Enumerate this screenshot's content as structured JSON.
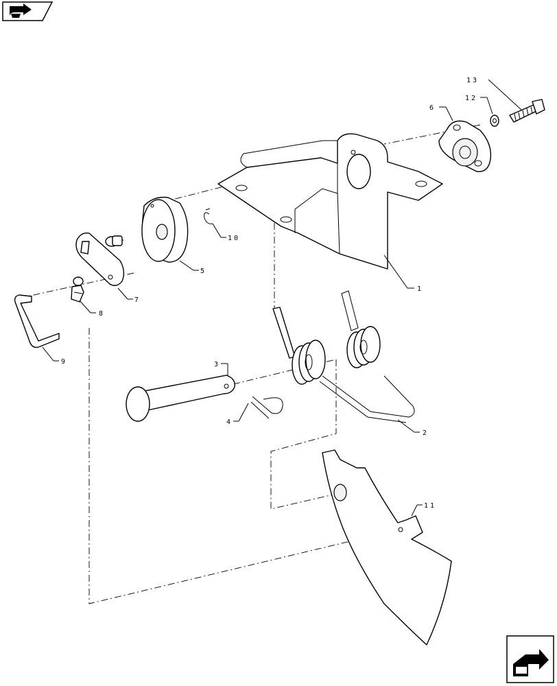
{
  "diagram": {
    "type": "exploded-parts-diagram",
    "callouts": [
      {
        "id": "1",
        "label": "1"
      },
      {
        "id": "2",
        "label": "2"
      },
      {
        "id": "3",
        "label": "3"
      },
      {
        "id": "4",
        "label": "4"
      },
      {
        "id": "5",
        "label": "5"
      },
      {
        "id": "6",
        "label": "6"
      },
      {
        "id": "7",
        "label": "7"
      },
      {
        "id": "8",
        "label": "8"
      },
      {
        "id": "9",
        "label": "9"
      },
      {
        "id": "10",
        "label": "10"
      },
      {
        "id": "11",
        "label": "11"
      },
      {
        "id": "12",
        "label": "12"
      },
      {
        "id": "13",
        "label": "13"
      }
    ]
  },
  "navigation": {
    "prev_icon": "back-arrow-icon",
    "next_icon": "forward-arrow-icon"
  },
  "colors": {
    "line": "#000000",
    "background": "#ffffff"
  }
}
